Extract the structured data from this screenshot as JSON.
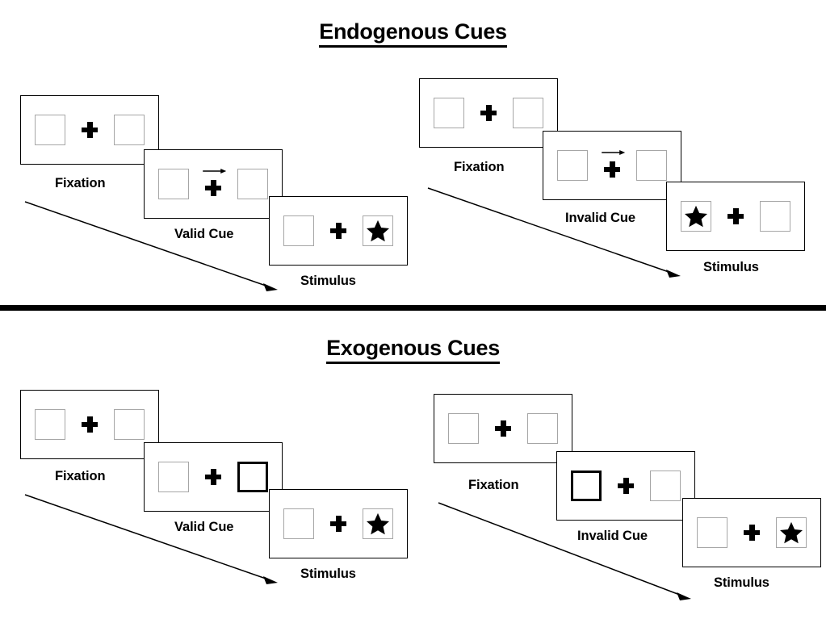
{
  "figure": {
    "title_top": "Endogenous Cues",
    "title_bottom": "Exogenous Cues"
  },
  "sections": [
    {
      "id": "endogenous",
      "title": "Endogenous Cues",
      "sequences": [
        {
          "id": "endogenous-valid",
          "cue_type": "arrow",
          "panels": [
            {
              "caption": "Fixation",
              "left_box": "empty",
              "right_box": "empty",
              "center": "plus"
            },
            {
              "caption": "Valid Cue",
              "left_box": "empty",
              "right_box": "empty",
              "center": "plus-with-right-arrow"
            },
            {
              "caption": "Stimulus",
              "left_box": "empty",
              "right_box": "star",
              "center": "plus"
            }
          ]
        },
        {
          "id": "endogenous-invalid",
          "cue_type": "arrow",
          "panels": [
            {
              "caption": "Fixation",
              "left_box": "empty",
              "right_box": "empty",
              "center": "plus"
            },
            {
              "caption": "Invalid Cue",
              "left_box": "empty",
              "right_box": "empty",
              "center": "plus-with-right-arrow"
            },
            {
              "caption": "Stimulus",
              "left_box": "star",
              "right_box": "empty",
              "center": "plus"
            }
          ]
        }
      ]
    },
    {
      "id": "exogenous",
      "title": "Exogenous Cues",
      "sequences": [
        {
          "id": "exogenous-valid",
          "cue_type": "box-highlight",
          "panels": [
            {
              "caption": "Fixation",
              "left_box": "empty",
              "right_box": "empty",
              "center": "plus"
            },
            {
              "caption": "Valid Cue",
              "left_box": "empty",
              "right_box": "cued",
              "center": "plus"
            },
            {
              "caption": "Stimulus",
              "left_box": "empty",
              "right_box": "star",
              "center": "plus"
            }
          ]
        },
        {
          "id": "exogenous-invalid",
          "cue_type": "box-highlight",
          "panels": [
            {
              "caption": "Fixation",
              "left_box": "empty",
              "right_box": "empty",
              "center": "plus"
            },
            {
              "caption": "Invalid Cue",
              "left_box": "cued",
              "right_box": "empty",
              "center": "plus"
            },
            {
              "caption": "Stimulus",
              "left_box": "empty",
              "right_box": "star",
              "center": "plus"
            }
          ]
        }
      ]
    }
  ],
  "icons": {
    "plus": "fixation-cross-icon",
    "arrow": "right-arrow-cue-icon",
    "star": "star-target-icon",
    "flow": "time-flow-arrow-icon"
  },
  "colors": {
    "background": "#ffffff",
    "ink": "#000000",
    "box_border": "#a6a6a6",
    "cued_box_border": "#000000"
  }
}
